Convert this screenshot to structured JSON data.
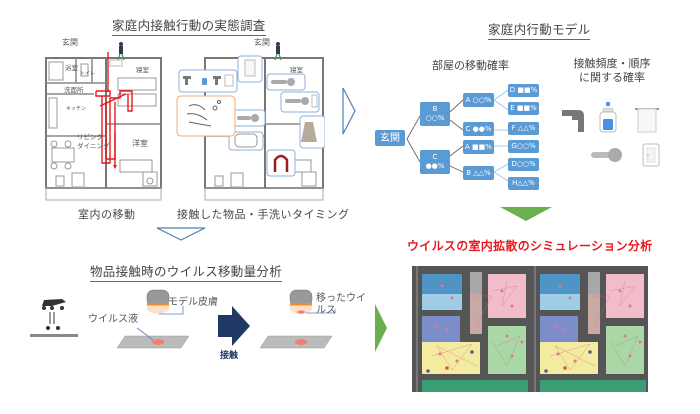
{
  "survey": {
    "title": "家庭内接触行動の実態調査",
    "caption_movement": "室内の移動",
    "caption_contact": "接触した物品・手洗いタイミング",
    "entrance_label": "玄関",
    "rooms": {
      "bath": "浴室",
      "toilet": "トイレ",
      "washroom": "洗面所",
      "kitchen": "キッチン",
      "living": "リビング\nダイニング",
      "bedroom": "寝室",
      "western": "洋室"
    }
  },
  "model": {
    "title": "家庭内行動モデル",
    "room_prob_title": "部屋の移動確率",
    "contact_prob_title": "接触頻度・順序\nに関する確率",
    "tree": {
      "root": "玄関",
      "level1": [
        {
          "label": "B\n○○%"
        },
        {
          "label": "C\n●●%"
        }
      ],
      "level2": [
        {
          "label": "A ○○%"
        },
        {
          "label": "C ●●%"
        },
        {
          "label": "A ■■%"
        },
        {
          "label": "B △△%"
        }
      ],
      "level3": [
        {
          "label": "D ■■%"
        },
        {
          "label": "E ■■%"
        },
        {
          "label": "F △△%"
        },
        {
          "label": "G○○%"
        },
        {
          "label": "D○○%"
        },
        {
          "label": "H△△%"
        }
      ]
    },
    "contact_items": [
      "faucet-icon",
      "soap-bottle-icon",
      "towel-icon",
      "door-handle-icon",
      "light-switch-icon"
    ]
  },
  "virus_transfer": {
    "title": "物品接触時のウイルス移動量分析",
    "label_model_skin": "モデル皮膚",
    "label_virus_liquid": "ウイルス液",
    "label_contact": "接触",
    "label_moved_virus": "移ったウイルス"
  },
  "simulation": {
    "title": "ウイルスの室内拡散のシミュレーション分析"
  },
  "colors": {
    "accent_blue": "#5b9bd5",
    "outline_blue": "#4f7fb0",
    "arrow_green": "#6ab04c",
    "arrow_navy": "#1f3864",
    "red_title": "#e8191f",
    "path_red": "#e8191f"
  }
}
